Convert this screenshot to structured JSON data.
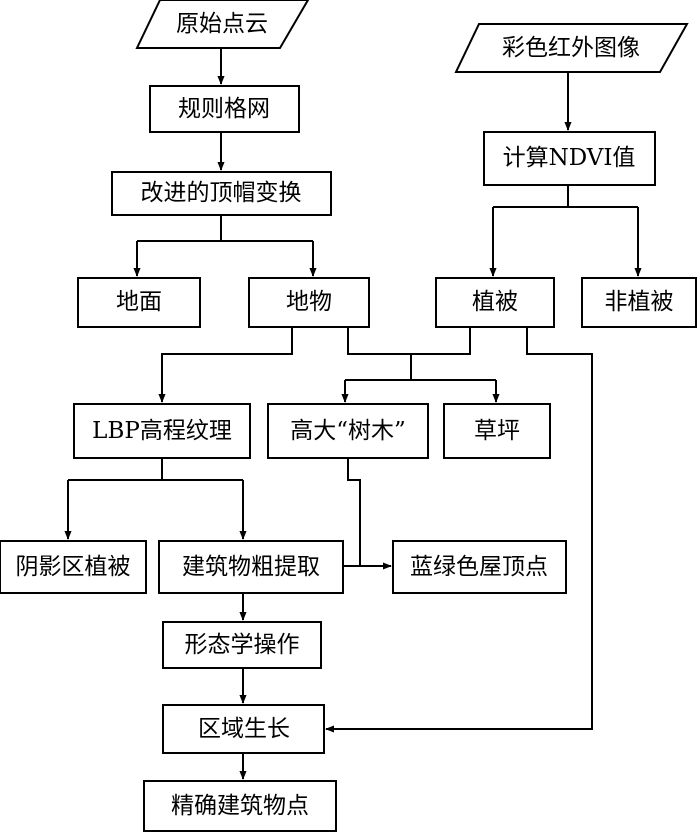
{
  "nodes": {
    "raw_point_cloud": "原始点云",
    "regular_grid": "规则格网",
    "improved_tophat": "改进的顶帽变换",
    "ground": "地面",
    "objects": "地物",
    "color_ir_image": "彩色红外图像",
    "compute_ndvi": "计算NDVI值",
    "vegetation": "植被",
    "non_vegetation": "非植被",
    "lbp_texture": "LBP高程纹理",
    "tall_trees": "高大“树木”",
    "lawn": "草坪",
    "shadow_vegetation": "阴影区植被",
    "building_rough": "建筑物粗提取",
    "blue_green_roof": "蓝绿色屋顶点",
    "morphology": "形态学操作",
    "region_growing": "区域生长",
    "fine_building": "精确建筑物点"
  }
}
